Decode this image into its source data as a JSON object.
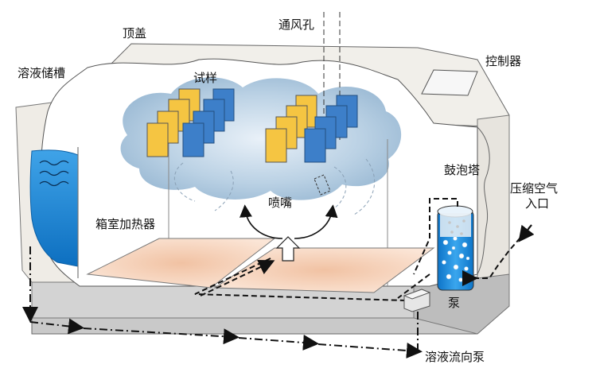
{
  "labels": {
    "top_cover": "顶盖",
    "vent_hole": "通风孔",
    "solution_tank": "溶液储槽",
    "controller": "控制器",
    "samples": "试样",
    "bubble_tower": "鼓泡塔",
    "compressed_air": "压缩空气",
    "air_inlet": "入口",
    "nozzle": "喷嘴",
    "chamber_heater": "箱室加热器",
    "pump": "泵",
    "solution_flow_pump": "溶液流向泵"
  },
  "colors": {
    "sample_yellow": "#f5c542",
    "sample_blue": "#3d7fc9",
    "water_blue": "#1a86d6",
    "heater_pink": "#f7d6c0",
    "base_gray": "#c9c9c9",
    "fog_blue": "#a9c6de"
  }
}
